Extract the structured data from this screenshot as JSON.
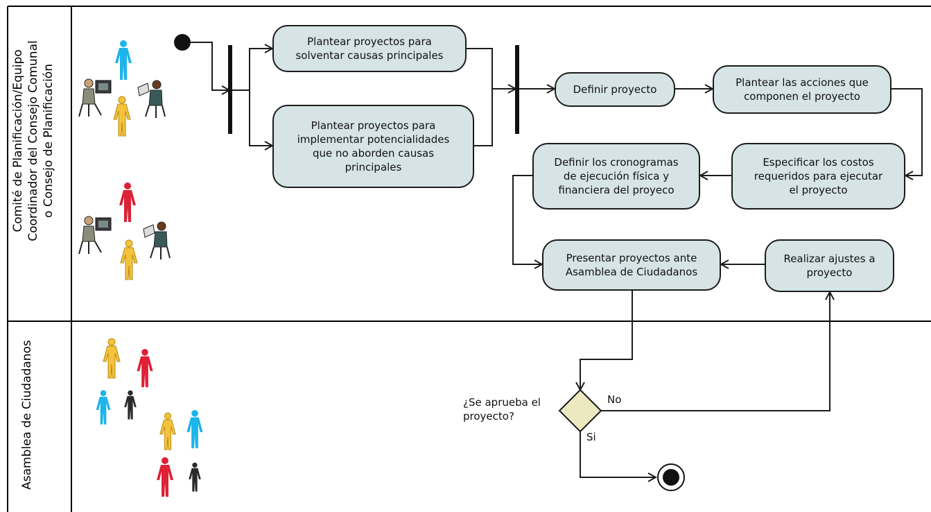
{
  "colors": {
    "activity_fill": "#d6e4e6",
    "decision_fill": "#ece8c0",
    "line": "#1b1b1b",
    "person_blue": "#1cb4ea",
    "person_yellow": "#f4c23b",
    "person_red": "#dd2136",
    "person_black": "#2a2a2a"
  },
  "lanes": {
    "planning": "Comité de Planificación/Equipo\nCoordinador del Consejo Comunal\no Consejo de Planificación",
    "assembly": "Asamblea de Ciudadanos"
  },
  "activities": {
    "a1": "Plantear proyectos para\nsolventar causas principales",
    "a2": "Plantear proyectos para\nimplementar potencialidades\nque no aborden causas\nprincipales",
    "a3": "Definir proyecto",
    "a4": "Plantear las acciones que\ncomponen el proyecto",
    "a5": "Especificar los costos\nrequeridos para ejecutar\nel proyecto",
    "a6": "Definir los cronogramas\nde ejecución física y\nfinanciera del proyeco",
    "a7": "Presentar proyectos ante\nAsamblea de Ciudadanos",
    "a8": "Realizar ajustes a\nproyecto"
  },
  "decision": {
    "question": "¿Se aprueba el\nproyecto?",
    "no": "No",
    "yes": "Si"
  },
  "icons": {
    "people": "person-icon",
    "computer_worker": "computer-worker-icon",
    "laptop_worker": "laptop-worker-icon",
    "start": "initial-node-icon",
    "end": "final-node-icon"
  }
}
